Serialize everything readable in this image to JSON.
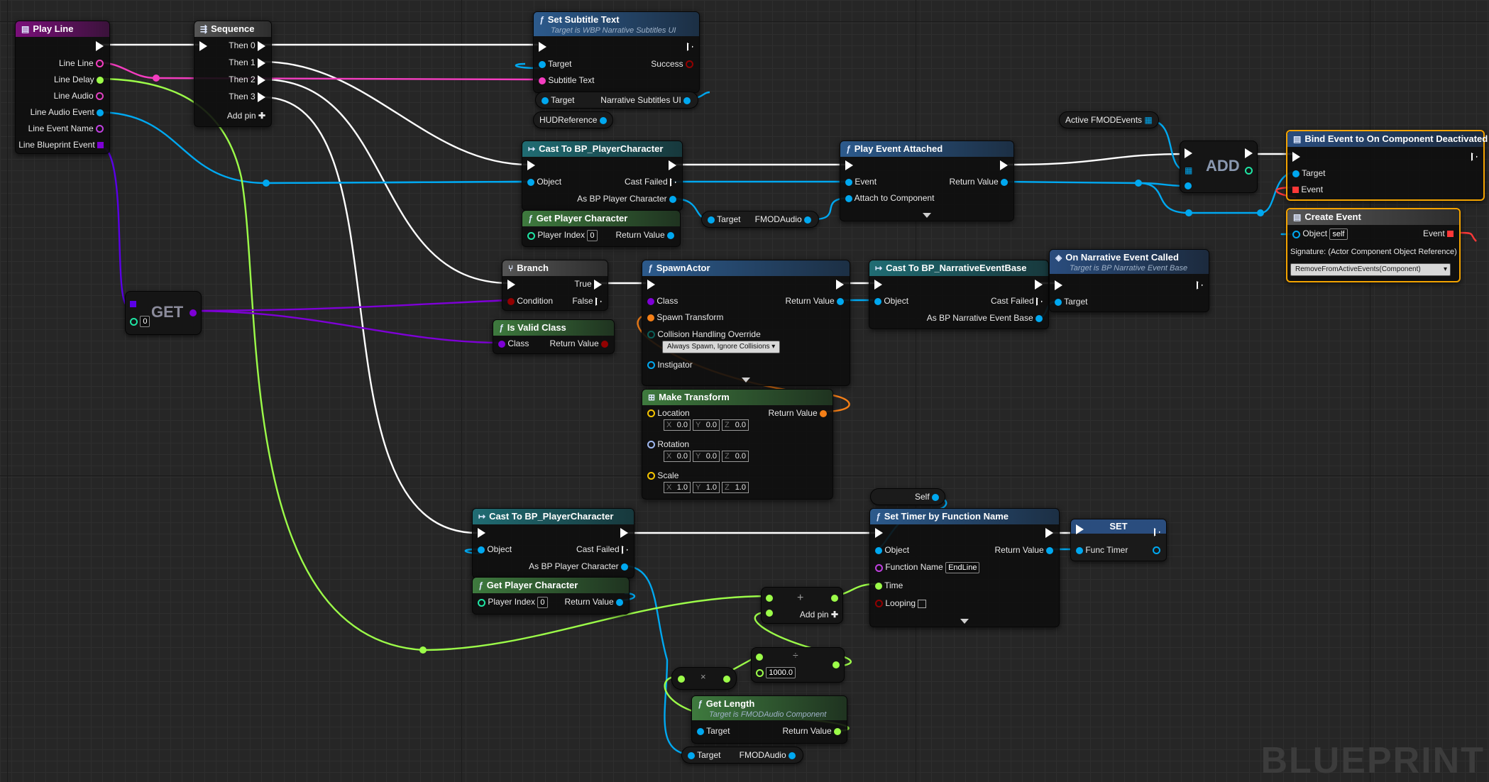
{
  "app": "Unreal Engine Blueprint Editor",
  "colors": {
    "exec": "#ffffff",
    "object": "#00a8f0",
    "string": "#f43dc0",
    "float": "#9cfc49",
    "class": "#5a00e6",
    "bool": "#920101",
    "struct": "#f57f17",
    "delegate": "#ff3838"
  },
  "nodes": {
    "play_line": {
      "title": "Play Line",
      "pins": [
        "Line Line",
        "Line Delay",
        "Line Audio",
        "Line Audio Event",
        "Line Event Name",
        "Line Blueprint Event"
      ]
    },
    "sequence": {
      "title": "Sequence",
      "pins": [
        "Then 0",
        "Then 1",
        "Then 2",
        "Then 3"
      ],
      "add_pin": "Add pin"
    },
    "set_subtitle": {
      "title": "Set Subtitle Text",
      "subtitle": "Target is WBP Narrative Subtitles UI",
      "target": "Target",
      "success": "Success",
      "subtitle_text": "Subtitle Text"
    },
    "narrative_var": {
      "target": "Target",
      "value": "Narrative Subtitles UI"
    },
    "hud_ref": {
      "label": "HUDReference"
    },
    "cast1": {
      "title": "Cast To BP_PlayerCharacter",
      "object": "Object",
      "cast_failed": "Cast Failed",
      "as": "As BP Player Character"
    },
    "get_player1": {
      "title": "Get Player Character",
      "player_index": "Player Index",
      "index_val": "0",
      "return": "Return Value"
    },
    "fmod_var1": {
      "target": "Target",
      "value": "FMODAudio"
    },
    "play_event": {
      "title": "Play Event Attached",
      "event": "Event",
      "return": "Return Value",
      "attach": "Attach to Component"
    },
    "active_fmod": {
      "label": "Active FMODEvents"
    },
    "add": {
      "label": "ADD"
    },
    "bind_event": {
      "title": "Bind Event to On Component Deactivated",
      "target": "Target",
      "event": "Event"
    },
    "create_event": {
      "title": "Create Event",
      "object": "Object",
      "object_val": "self",
      "event": "Event",
      "signature": "Signature: (Actor Component Object Reference)",
      "function": "RemoveFromActiveEvents(Component)"
    },
    "get": {
      "label": "GET",
      "index_val": "0"
    },
    "branch": {
      "title": "Branch",
      "condition": "Condition",
      "true": "True",
      "false": "False"
    },
    "is_valid": {
      "title": "Is Valid Class",
      "class": "Class",
      "return": "Return Value"
    },
    "spawn": {
      "title": "SpawnActor",
      "class": "Class",
      "return": "Return Value",
      "transform": "Spawn Transform",
      "collision": "Collision Handling Override",
      "collision_val": "Always Spawn, Ignore Collisions",
      "instigator": "Instigator"
    },
    "make_transform": {
      "title": "Make Transform",
      "location": "Location",
      "rotation": "Rotation",
      "scale": "Scale",
      "return": "Return Value",
      "loc": [
        "0.0",
        "0.0",
        "0.0"
      ],
      "rot": [
        "0.0",
        "0.0",
        "0.0"
      ],
      "scl": [
        "1.0",
        "1.0",
        "1.0"
      ],
      "axes": [
        "X",
        "Y",
        "Z"
      ]
    },
    "cast_narr": {
      "title": "Cast To BP_NarrativeEventBase",
      "object": "Object",
      "cast_failed": "Cast Failed",
      "as": "As BP Narrative Event Base"
    },
    "on_narr": {
      "title": "On Narrative Event Called",
      "subtitle": "Target is BP Narrative Event Base",
      "target": "Target"
    },
    "cast2": {
      "title": "Cast To BP_PlayerCharacter",
      "object": "Object",
      "cast_failed": "Cast Failed",
      "as": "As BP Player Character"
    },
    "get_player2": {
      "title": "Get Player Character",
      "player_index": "Player Index",
      "index_val": "0",
      "return": "Return Value"
    },
    "self": {
      "label": "Self"
    },
    "set_timer": {
      "title": "Set Timer by Function Name",
      "object": "Object",
      "return": "Return Value",
      "function_name": "Function Name",
      "function_val": "EndLine",
      "time": "Time",
      "looping": "Looping"
    },
    "set": {
      "label": "SET",
      "func_timer": "Func Timer"
    },
    "plus": {
      "symbol": "+",
      "add_pin": "Add pin"
    },
    "multiply": {
      "symbol": "×"
    },
    "divide": {
      "symbol": "÷",
      "value": "1000.0"
    },
    "get_length": {
      "title": "Get Length",
      "subtitle": "Target is FMODAudio Component",
      "target": "Target",
      "return": "Return Value"
    },
    "fmod_var2": {
      "target": "Target",
      "value": "FMODAudio"
    }
  },
  "watermark": "BLUEPRINT"
}
